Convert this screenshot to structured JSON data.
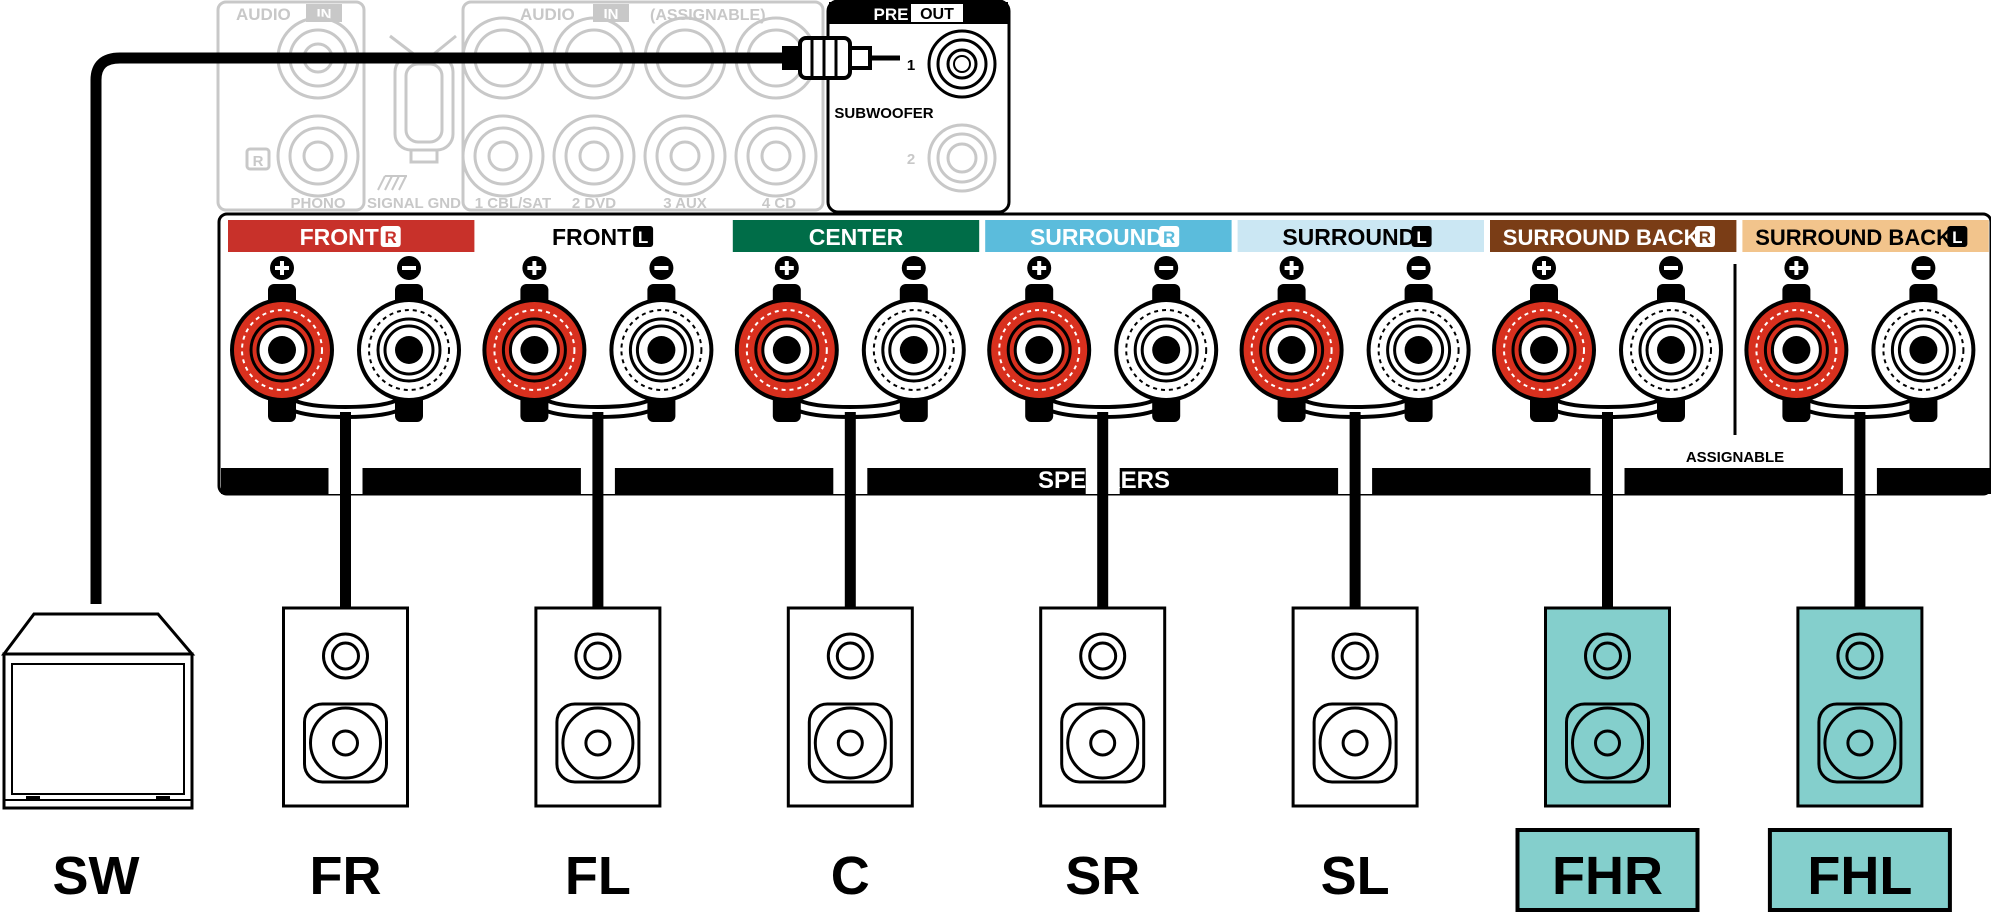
{
  "rear_panel": {
    "audio_in_label": "AUDIO",
    "in_badge": "IN",
    "r_badge": "R",
    "phono_label": "PHONO",
    "signal_gnd_label": "SIGNAL GND",
    "audio_in_assignable_label": "AUDIO",
    "assignable_paren": "(ASSIGNABLE)",
    "in_badge_2": "IN",
    "input_labels": [
      "1 CBL/SAT",
      "2 DVD",
      "3 AUX",
      "4 CD"
    ],
    "pre_out": {
      "pre_label": "PRE",
      "out_badge": "OUT",
      "port_1": "1",
      "port_2": "2",
      "subwoofer_label": "SUBWOOFER"
    }
  },
  "speaker_panel": {
    "speakers_label": "SPEAKERS",
    "assignable_label": "ASSIGNABLE",
    "plus_symbol": "+",
    "minus_symbol": "−",
    "channels": [
      {
        "label": "FRONT",
        "side": "R",
        "header_color": "#c8312a",
        "text_color": "#ffffff",
        "badge_fill": "#ffffff",
        "badge_text": "#c8312a"
      },
      {
        "label": "FRONT",
        "side": "L",
        "header_color": "#ffffff",
        "text_color": "#000000",
        "badge_fill": "#000000",
        "badge_text": "#ffffff"
      },
      {
        "label": "CENTER",
        "side": "",
        "header_color": "#006d48",
        "text_color": "#ffffff",
        "badge_fill": "#ffffff",
        "badge_text": "#006d48"
      },
      {
        "label": "SURROUND",
        "side": "R",
        "header_color": "#5bbcdc",
        "text_color": "#ffffff",
        "badge_fill": "#ffffff",
        "badge_text": "#5bbcdc"
      },
      {
        "label": "SURROUND",
        "side": "L",
        "header_color": "#cbe7f3",
        "text_color": "#000000",
        "badge_fill": "#000000",
        "badge_text": "#ffffff"
      },
      {
        "label": "SURROUND BACK",
        "side": "R",
        "header_color": "#7a3d16",
        "text_color": "#ffffff",
        "badge_fill": "#ffffff",
        "badge_text": "#7a3d16"
      },
      {
        "label": "SURROUND BACK",
        "side": "L",
        "header_color": "#f2c48c",
        "text_color": "#000000",
        "badge_fill": "#000000",
        "badge_text": "#ffffff"
      }
    ]
  },
  "speakers": [
    {
      "code": "SW",
      "type": "subwoofer",
      "highlighted": false
    },
    {
      "code": "FR",
      "type": "speaker",
      "highlighted": false
    },
    {
      "code": "FL",
      "type": "speaker",
      "highlighted": false
    },
    {
      "code": "C",
      "type": "speaker",
      "highlighted": false
    },
    {
      "code": "SR",
      "type": "speaker",
      "highlighted": false
    },
    {
      "code": "SL",
      "type": "speaker",
      "highlighted": false
    },
    {
      "code": "FHR",
      "type": "speaker",
      "highlighted": true
    },
    {
      "code": "FHL",
      "type": "speaker",
      "highlighted": true
    }
  ],
  "colors": {
    "terminal_red": "#d8301e",
    "highlight_teal": "#84cfcc",
    "ghost_gray": "#c8c8c8"
  }
}
